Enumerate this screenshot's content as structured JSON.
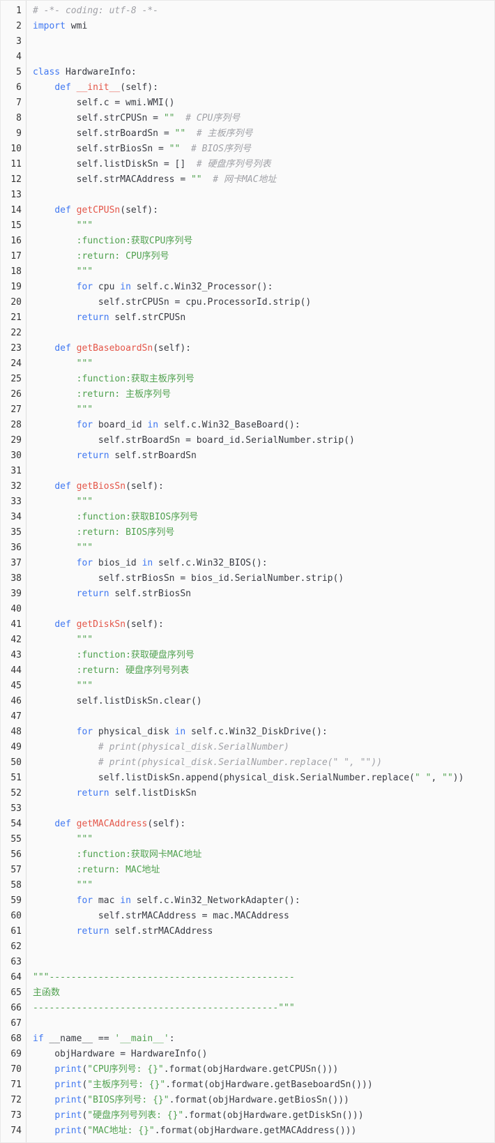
{
  "editor": {
    "language": "python",
    "lines": [
      {
        "n": "1",
        "tokens": [
          {
            "t": "# -*- coding: utf-8 -*-",
            "c": "com"
          }
        ]
      },
      {
        "n": "2",
        "tokens": [
          {
            "t": "import",
            "c": "kw"
          },
          {
            "t": " wmi",
            "c": "p"
          }
        ]
      },
      {
        "n": "3",
        "tokens": []
      },
      {
        "n": "4",
        "tokens": []
      },
      {
        "n": "5",
        "tokens": [
          {
            "t": "class",
            "c": "kw"
          },
          {
            "t": " HardwareInfo:",
            "c": "p"
          }
        ]
      },
      {
        "n": "6",
        "tokens": [
          {
            "t": "    ",
            "c": "p"
          },
          {
            "t": "def",
            "c": "kw"
          },
          {
            "t": " ",
            "c": "p"
          },
          {
            "t": "__init__",
            "c": "fn"
          },
          {
            "t": "(self):",
            "c": "p"
          }
        ]
      },
      {
        "n": "7",
        "tokens": [
          {
            "t": "        self.c = wmi.WMI()",
            "c": "p"
          }
        ]
      },
      {
        "n": "8",
        "tokens": [
          {
            "t": "        self.strCPUSn = ",
            "c": "p"
          },
          {
            "t": "\"\"",
            "c": "str"
          },
          {
            "t": "  ",
            "c": "p"
          },
          {
            "t": "# CPU序列号",
            "c": "com"
          }
        ]
      },
      {
        "n": "9",
        "tokens": [
          {
            "t": "        self.strBoardSn = ",
            "c": "p"
          },
          {
            "t": "\"\"",
            "c": "str"
          },
          {
            "t": "  ",
            "c": "p"
          },
          {
            "t": "# 主板序列号",
            "c": "com"
          }
        ]
      },
      {
        "n": "10",
        "tokens": [
          {
            "t": "        self.strBiosSn = ",
            "c": "p"
          },
          {
            "t": "\"\"",
            "c": "str"
          },
          {
            "t": "  ",
            "c": "p"
          },
          {
            "t": "# BIOS序列号",
            "c": "com"
          }
        ]
      },
      {
        "n": "11",
        "tokens": [
          {
            "t": "        self.listDiskSn = []  ",
            "c": "p"
          },
          {
            "t": "# 硬盘序列号列表",
            "c": "com"
          }
        ]
      },
      {
        "n": "12",
        "tokens": [
          {
            "t": "        self.strMACAddress = ",
            "c": "p"
          },
          {
            "t": "\"\"",
            "c": "str"
          },
          {
            "t": "  ",
            "c": "p"
          },
          {
            "t": "# 网卡MAC地址",
            "c": "com"
          }
        ]
      },
      {
        "n": "13",
        "tokens": []
      },
      {
        "n": "14",
        "tokens": [
          {
            "t": "    ",
            "c": "p"
          },
          {
            "t": "def",
            "c": "kw"
          },
          {
            "t": " ",
            "c": "p"
          },
          {
            "t": "getCPUSn",
            "c": "fn"
          },
          {
            "t": "(self):",
            "c": "p"
          }
        ]
      },
      {
        "n": "15",
        "tokens": [
          {
            "t": "        ",
            "c": "p"
          },
          {
            "t": "\"\"\"",
            "c": "str"
          }
        ]
      },
      {
        "n": "16",
        "tokens": [
          {
            "t": "        ",
            "c": "p"
          },
          {
            "t": ":function:获取CPU序列号",
            "c": "str"
          }
        ]
      },
      {
        "n": "17",
        "tokens": [
          {
            "t": "        ",
            "c": "p"
          },
          {
            "t": ":return: CPU序列号",
            "c": "str"
          }
        ]
      },
      {
        "n": "18",
        "tokens": [
          {
            "t": "        ",
            "c": "p"
          },
          {
            "t": "\"\"\"",
            "c": "str"
          }
        ]
      },
      {
        "n": "19",
        "tokens": [
          {
            "t": "        ",
            "c": "p"
          },
          {
            "t": "for",
            "c": "kw"
          },
          {
            "t": " cpu ",
            "c": "p"
          },
          {
            "t": "in",
            "c": "kw"
          },
          {
            "t": " self.c.Win32_Processor():",
            "c": "p"
          }
        ]
      },
      {
        "n": "20",
        "tokens": [
          {
            "t": "            self.strCPUSn = cpu.ProcessorId.strip()",
            "c": "p"
          }
        ]
      },
      {
        "n": "21",
        "tokens": [
          {
            "t": "        ",
            "c": "p"
          },
          {
            "t": "return",
            "c": "kw"
          },
          {
            "t": " self.strCPUSn",
            "c": "p"
          }
        ]
      },
      {
        "n": "22",
        "tokens": []
      },
      {
        "n": "23",
        "tokens": [
          {
            "t": "    ",
            "c": "p"
          },
          {
            "t": "def",
            "c": "kw"
          },
          {
            "t": " ",
            "c": "p"
          },
          {
            "t": "getBaseboardSn",
            "c": "fn"
          },
          {
            "t": "(self):",
            "c": "p"
          }
        ]
      },
      {
        "n": "24",
        "tokens": [
          {
            "t": "        ",
            "c": "p"
          },
          {
            "t": "\"\"\"",
            "c": "str"
          }
        ]
      },
      {
        "n": "25",
        "tokens": [
          {
            "t": "        ",
            "c": "p"
          },
          {
            "t": ":function:获取主板序列号",
            "c": "str"
          }
        ]
      },
      {
        "n": "26",
        "tokens": [
          {
            "t": "        ",
            "c": "p"
          },
          {
            "t": ":return: 主板序列号",
            "c": "str"
          }
        ]
      },
      {
        "n": "27",
        "tokens": [
          {
            "t": "        ",
            "c": "p"
          },
          {
            "t": "\"\"\"",
            "c": "str"
          }
        ]
      },
      {
        "n": "28",
        "tokens": [
          {
            "t": "        ",
            "c": "p"
          },
          {
            "t": "for",
            "c": "kw"
          },
          {
            "t": " board_id ",
            "c": "p"
          },
          {
            "t": "in",
            "c": "kw"
          },
          {
            "t": " self.c.Win32_BaseBoard():",
            "c": "p"
          }
        ]
      },
      {
        "n": "29",
        "tokens": [
          {
            "t": "            self.strBoardSn = board_id.SerialNumber.strip()",
            "c": "p"
          }
        ]
      },
      {
        "n": "30",
        "tokens": [
          {
            "t": "        ",
            "c": "p"
          },
          {
            "t": "return",
            "c": "kw"
          },
          {
            "t": " self.strBoardSn",
            "c": "p"
          }
        ]
      },
      {
        "n": "31",
        "tokens": []
      },
      {
        "n": "32",
        "tokens": [
          {
            "t": "    ",
            "c": "p"
          },
          {
            "t": "def",
            "c": "kw"
          },
          {
            "t": " ",
            "c": "p"
          },
          {
            "t": "getBiosSn",
            "c": "fn"
          },
          {
            "t": "(self):",
            "c": "p"
          }
        ]
      },
      {
        "n": "33",
        "tokens": [
          {
            "t": "        ",
            "c": "p"
          },
          {
            "t": "\"\"\"",
            "c": "str"
          }
        ]
      },
      {
        "n": "34",
        "tokens": [
          {
            "t": "        ",
            "c": "p"
          },
          {
            "t": ":function:获取BIOS序列号",
            "c": "str"
          }
        ]
      },
      {
        "n": "35",
        "tokens": [
          {
            "t": "        ",
            "c": "p"
          },
          {
            "t": ":return: BIOS序列号",
            "c": "str"
          }
        ]
      },
      {
        "n": "36",
        "tokens": [
          {
            "t": "        ",
            "c": "p"
          },
          {
            "t": "\"\"\"",
            "c": "str"
          }
        ]
      },
      {
        "n": "37",
        "tokens": [
          {
            "t": "        ",
            "c": "p"
          },
          {
            "t": "for",
            "c": "kw"
          },
          {
            "t": " bios_id ",
            "c": "p"
          },
          {
            "t": "in",
            "c": "kw"
          },
          {
            "t": " self.c.Win32_BIOS():",
            "c": "p"
          }
        ]
      },
      {
        "n": "38",
        "tokens": [
          {
            "t": "            self.strBiosSn = bios_id.SerialNumber.strip()",
            "c": "p"
          }
        ]
      },
      {
        "n": "39",
        "tokens": [
          {
            "t": "        ",
            "c": "p"
          },
          {
            "t": "return",
            "c": "kw"
          },
          {
            "t": " self.strBiosSn",
            "c": "p"
          }
        ]
      },
      {
        "n": "40",
        "tokens": []
      },
      {
        "n": "41",
        "tokens": [
          {
            "t": "    ",
            "c": "p"
          },
          {
            "t": "def",
            "c": "kw"
          },
          {
            "t": " ",
            "c": "p"
          },
          {
            "t": "getDiskSn",
            "c": "fn"
          },
          {
            "t": "(self):",
            "c": "p"
          }
        ]
      },
      {
        "n": "42",
        "tokens": [
          {
            "t": "        ",
            "c": "p"
          },
          {
            "t": "\"\"\"",
            "c": "str"
          }
        ]
      },
      {
        "n": "43",
        "tokens": [
          {
            "t": "        ",
            "c": "p"
          },
          {
            "t": ":function:获取硬盘序列号",
            "c": "str"
          }
        ]
      },
      {
        "n": "44",
        "tokens": [
          {
            "t": "        ",
            "c": "p"
          },
          {
            "t": ":return: 硬盘序列号列表",
            "c": "str"
          }
        ]
      },
      {
        "n": "45",
        "tokens": [
          {
            "t": "        ",
            "c": "p"
          },
          {
            "t": "\"\"\"",
            "c": "str"
          }
        ]
      },
      {
        "n": "46",
        "tokens": [
          {
            "t": "        self.listDiskSn.clear()",
            "c": "p"
          }
        ]
      },
      {
        "n": "47",
        "tokens": []
      },
      {
        "n": "48",
        "tokens": [
          {
            "t": "        ",
            "c": "p"
          },
          {
            "t": "for",
            "c": "kw"
          },
          {
            "t": " physical_disk ",
            "c": "p"
          },
          {
            "t": "in",
            "c": "kw"
          },
          {
            "t": " self.c.Win32_DiskDrive():",
            "c": "p"
          }
        ]
      },
      {
        "n": "49",
        "tokens": [
          {
            "t": "            ",
            "c": "p"
          },
          {
            "t": "# print(physical_disk.SerialNumber)",
            "c": "com"
          }
        ]
      },
      {
        "n": "50",
        "tokens": [
          {
            "t": "            ",
            "c": "p"
          },
          {
            "t": "# print(physical_disk.SerialNumber.replace(\" \", \"\"))",
            "c": "com"
          }
        ]
      },
      {
        "n": "51",
        "tokens": [
          {
            "t": "            self.listDiskSn.append(physical_disk.SerialNumber.replace(",
            "c": "p"
          },
          {
            "t": "\" \"",
            "c": "str"
          },
          {
            "t": ", ",
            "c": "p"
          },
          {
            "t": "\"\"",
            "c": "str"
          },
          {
            "t": "))",
            "c": "p"
          }
        ]
      },
      {
        "n": "52",
        "tokens": [
          {
            "t": "        ",
            "c": "p"
          },
          {
            "t": "return",
            "c": "kw"
          },
          {
            "t": " self.listDiskSn",
            "c": "p"
          }
        ]
      },
      {
        "n": "53",
        "tokens": []
      },
      {
        "n": "54",
        "tokens": [
          {
            "t": "    ",
            "c": "p"
          },
          {
            "t": "def",
            "c": "kw"
          },
          {
            "t": " ",
            "c": "p"
          },
          {
            "t": "getMACAddress",
            "c": "fn"
          },
          {
            "t": "(self):",
            "c": "p"
          }
        ]
      },
      {
        "n": "55",
        "tokens": [
          {
            "t": "        ",
            "c": "p"
          },
          {
            "t": "\"\"\"",
            "c": "str"
          }
        ]
      },
      {
        "n": "56",
        "tokens": [
          {
            "t": "        ",
            "c": "p"
          },
          {
            "t": ":function:获取网卡MAC地址",
            "c": "str"
          }
        ]
      },
      {
        "n": "57",
        "tokens": [
          {
            "t": "        ",
            "c": "p"
          },
          {
            "t": ":return: MAC地址",
            "c": "str"
          }
        ]
      },
      {
        "n": "58",
        "tokens": [
          {
            "t": "        ",
            "c": "p"
          },
          {
            "t": "\"\"\"",
            "c": "str"
          }
        ]
      },
      {
        "n": "59",
        "tokens": [
          {
            "t": "        ",
            "c": "p"
          },
          {
            "t": "for",
            "c": "kw"
          },
          {
            "t": " mac ",
            "c": "p"
          },
          {
            "t": "in",
            "c": "kw"
          },
          {
            "t": " self.c.Win32_NetworkAdapter():",
            "c": "p"
          }
        ]
      },
      {
        "n": "60",
        "tokens": [
          {
            "t": "            self.strMACAddress = mac.MACAddress",
            "c": "p"
          }
        ]
      },
      {
        "n": "61",
        "tokens": [
          {
            "t": "        ",
            "c": "p"
          },
          {
            "t": "return",
            "c": "kw"
          },
          {
            "t": " self.strMACAddress",
            "c": "p"
          }
        ]
      },
      {
        "n": "62",
        "tokens": []
      },
      {
        "n": "63",
        "tokens": []
      },
      {
        "n": "64",
        "tokens": [
          {
            "t": "\"\"\"---------------------------------------------",
            "c": "str"
          }
        ]
      },
      {
        "n": "65",
        "tokens": [
          {
            "t": "主函数",
            "c": "str"
          }
        ]
      },
      {
        "n": "66",
        "tokens": [
          {
            "t": "---------------------------------------------\"\"\"",
            "c": "str"
          }
        ]
      },
      {
        "n": "67",
        "tokens": []
      },
      {
        "n": "68",
        "tokens": [
          {
            "t": "if",
            "c": "kw"
          },
          {
            "t": " __name__ == ",
            "c": "p"
          },
          {
            "t": "'__main__'",
            "c": "str"
          },
          {
            "t": ":",
            "c": "p"
          }
        ]
      },
      {
        "n": "69",
        "tokens": [
          {
            "t": "    objHardware = HardwareInfo()",
            "c": "p"
          }
        ]
      },
      {
        "n": "70",
        "tokens": [
          {
            "t": "    ",
            "c": "p"
          },
          {
            "t": "print",
            "c": "kw"
          },
          {
            "t": "(",
            "c": "p"
          },
          {
            "t": "\"CPU序列号: {}\"",
            "c": "str"
          },
          {
            "t": ".format(objHardware.getCPUSn()))",
            "c": "p"
          }
        ]
      },
      {
        "n": "71",
        "tokens": [
          {
            "t": "    ",
            "c": "p"
          },
          {
            "t": "print",
            "c": "kw"
          },
          {
            "t": "(",
            "c": "p"
          },
          {
            "t": "\"主板序列号: {}\"",
            "c": "str"
          },
          {
            "t": ".format(objHardware.getBaseboardSn()))",
            "c": "p"
          }
        ]
      },
      {
        "n": "72",
        "tokens": [
          {
            "t": "    ",
            "c": "p"
          },
          {
            "t": "print",
            "c": "kw"
          },
          {
            "t": "(",
            "c": "p"
          },
          {
            "t": "\"BIOS序列号: {}\"",
            "c": "str"
          },
          {
            "t": ".format(objHardware.getBiosSn()))",
            "c": "p"
          }
        ]
      },
      {
        "n": "73",
        "tokens": [
          {
            "t": "    ",
            "c": "p"
          },
          {
            "t": "print",
            "c": "kw"
          },
          {
            "t": "(",
            "c": "p"
          },
          {
            "t": "\"硬盘序列号列表: {}\"",
            "c": "str"
          },
          {
            "t": ".format(objHardware.getDiskSn()))",
            "c": "p"
          }
        ]
      },
      {
        "n": "74",
        "tokens": [
          {
            "t": "    ",
            "c": "p"
          },
          {
            "t": "print",
            "c": "kw"
          },
          {
            "t": "(",
            "c": "p"
          },
          {
            "t": "\"MAC地址: {}\"",
            "c": "str"
          },
          {
            "t": ".format(objHardware.getMACAddress()))",
            "c": "p"
          }
        ]
      }
    ]
  }
}
